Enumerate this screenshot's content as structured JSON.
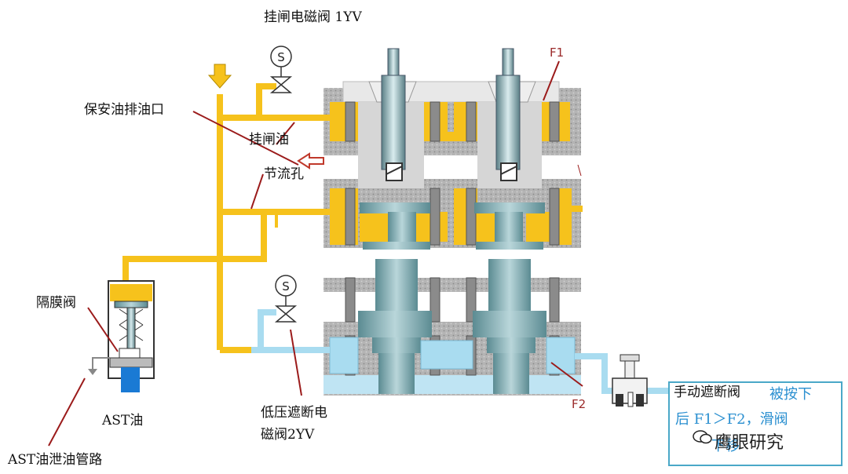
{
  "labels": {
    "trip_valve": "挂闸电磁阀  1YV",
    "security_oil_drain": "保安油排油口",
    "trip_oil": "挂闸油",
    "orifice": "节流孔",
    "diaphragm_valve": "隔膜阀",
    "ast_oil": "AST油",
    "ast_drain_pipe": "AST油泄油管路",
    "low_pressure_valve_line1": "低压遮断电",
    "low_pressure_valve_line2": "磁阀2YV",
    "f1": "F1",
    "f2": "F2",
    "solenoid_symbol": "S"
  },
  "note": {
    "title": "手动遮断阀",
    "line1_tail": "被按下",
    "line2": "后 F1＞F2，滑阀",
    "line3": "下移"
  },
  "watermark": "鹰眼研究",
  "colors": {
    "yellow_oil": "#f6c21c",
    "blue_oil": "#a9dcf0",
    "steel": "#6f9ea5",
    "body_grey": "#a8a8a8",
    "leader_red": "#9b1b1b",
    "arrow_red": "#c0392b",
    "note_blue": "#2a8fd0"
  }
}
